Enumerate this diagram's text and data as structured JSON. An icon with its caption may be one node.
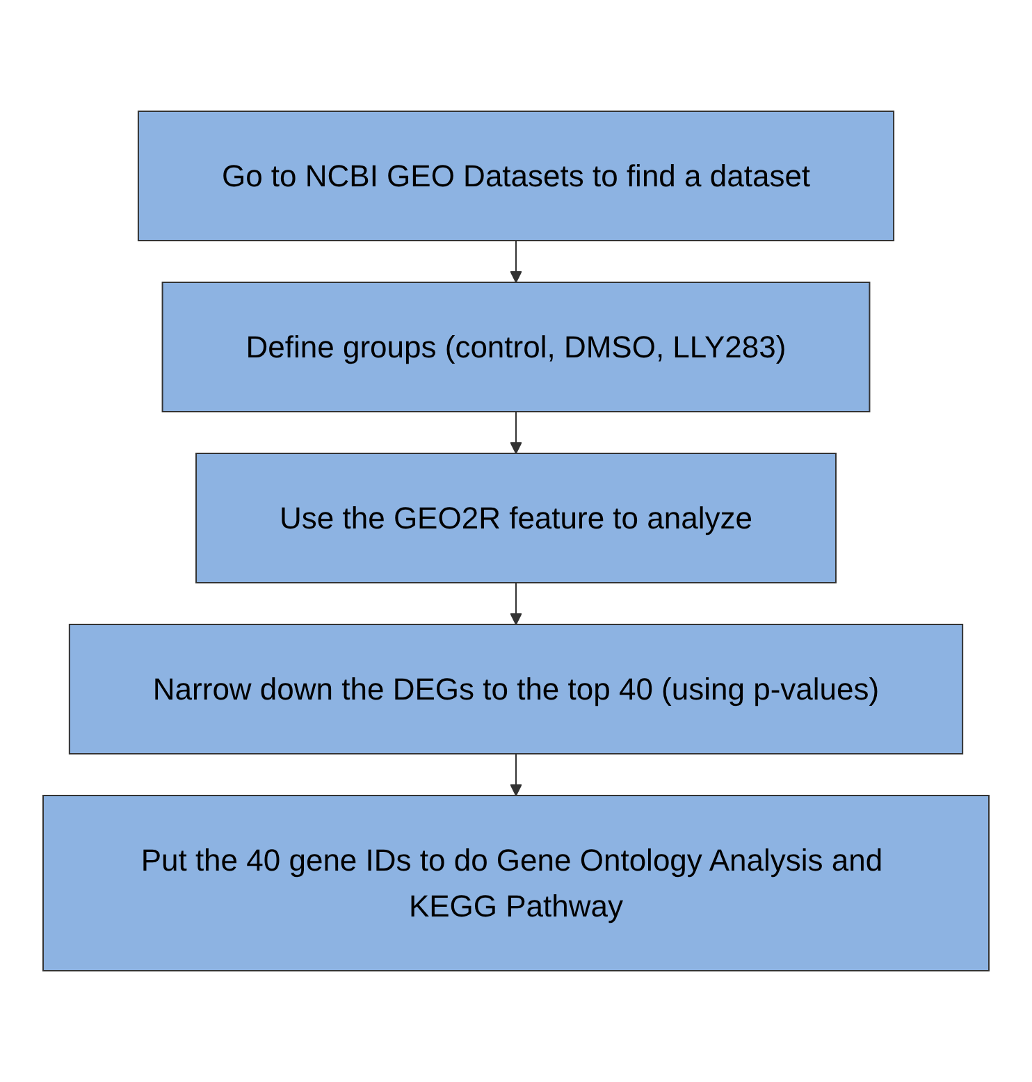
{
  "diagram": {
    "nodes": [
      {
        "text": [
          "Go to NCBI GEO Datasets to find a dataset"
        ]
      },
      {
        "text": [
          "Define groups (control, DMSO, LLY283)"
        ]
      },
      {
        "text": [
          "Use the GEO2R feature to analyze"
        ]
      },
      {
        "text": [
          "Narrow down the DEGs to the top 40 (using p-values)"
        ]
      },
      {
        "text": [
          "Put the 40 gene IDs to do Gene Ontology Analysis and KEGG Pathway"
        ]
      }
    ],
    "edges": [
      {
        "from": 0,
        "to": 1,
        "arrow": "to"
      },
      {
        "from": 1,
        "to": 2,
        "arrow": "to"
      },
      {
        "from": 2,
        "to": 3,
        "arrow": "to"
      },
      {
        "from": 3,
        "to": 4,
        "arrow": "to"
      }
    ]
  }
}
